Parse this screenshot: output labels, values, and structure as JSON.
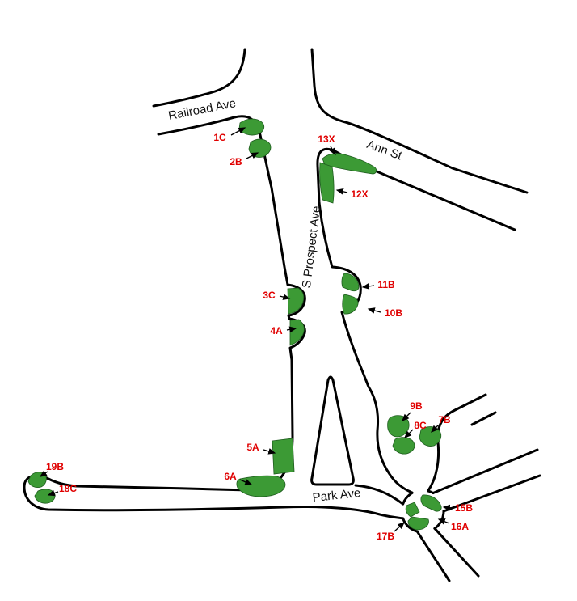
{
  "colors": {
    "patch_green": "#3c9a35",
    "label_red": "#e00000",
    "line_black": "#000000",
    "background": "#ffffff"
  },
  "streets": {
    "railroad": "Railroad Ave",
    "ann": "Ann St",
    "prospect": "S Prospect Ave",
    "park": "Park Ave"
  },
  "patch_labels": {
    "p1C": "1C",
    "p2B": "2B",
    "p13X": "13X",
    "p12X": "12X",
    "p3C": "3C",
    "p4A": "4A",
    "p11B": "11B",
    "p10B": "10B",
    "p9B": "9B",
    "p8C": "8C",
    "p7B": "7B",
    "p5A": "5A",
    "p6A": "6A",
    "p19B": "19B",
    "p18C": "18C",
    "p17B": "17B",
    "p15B": "15B",
    "p16A": "16A"
  }
}
